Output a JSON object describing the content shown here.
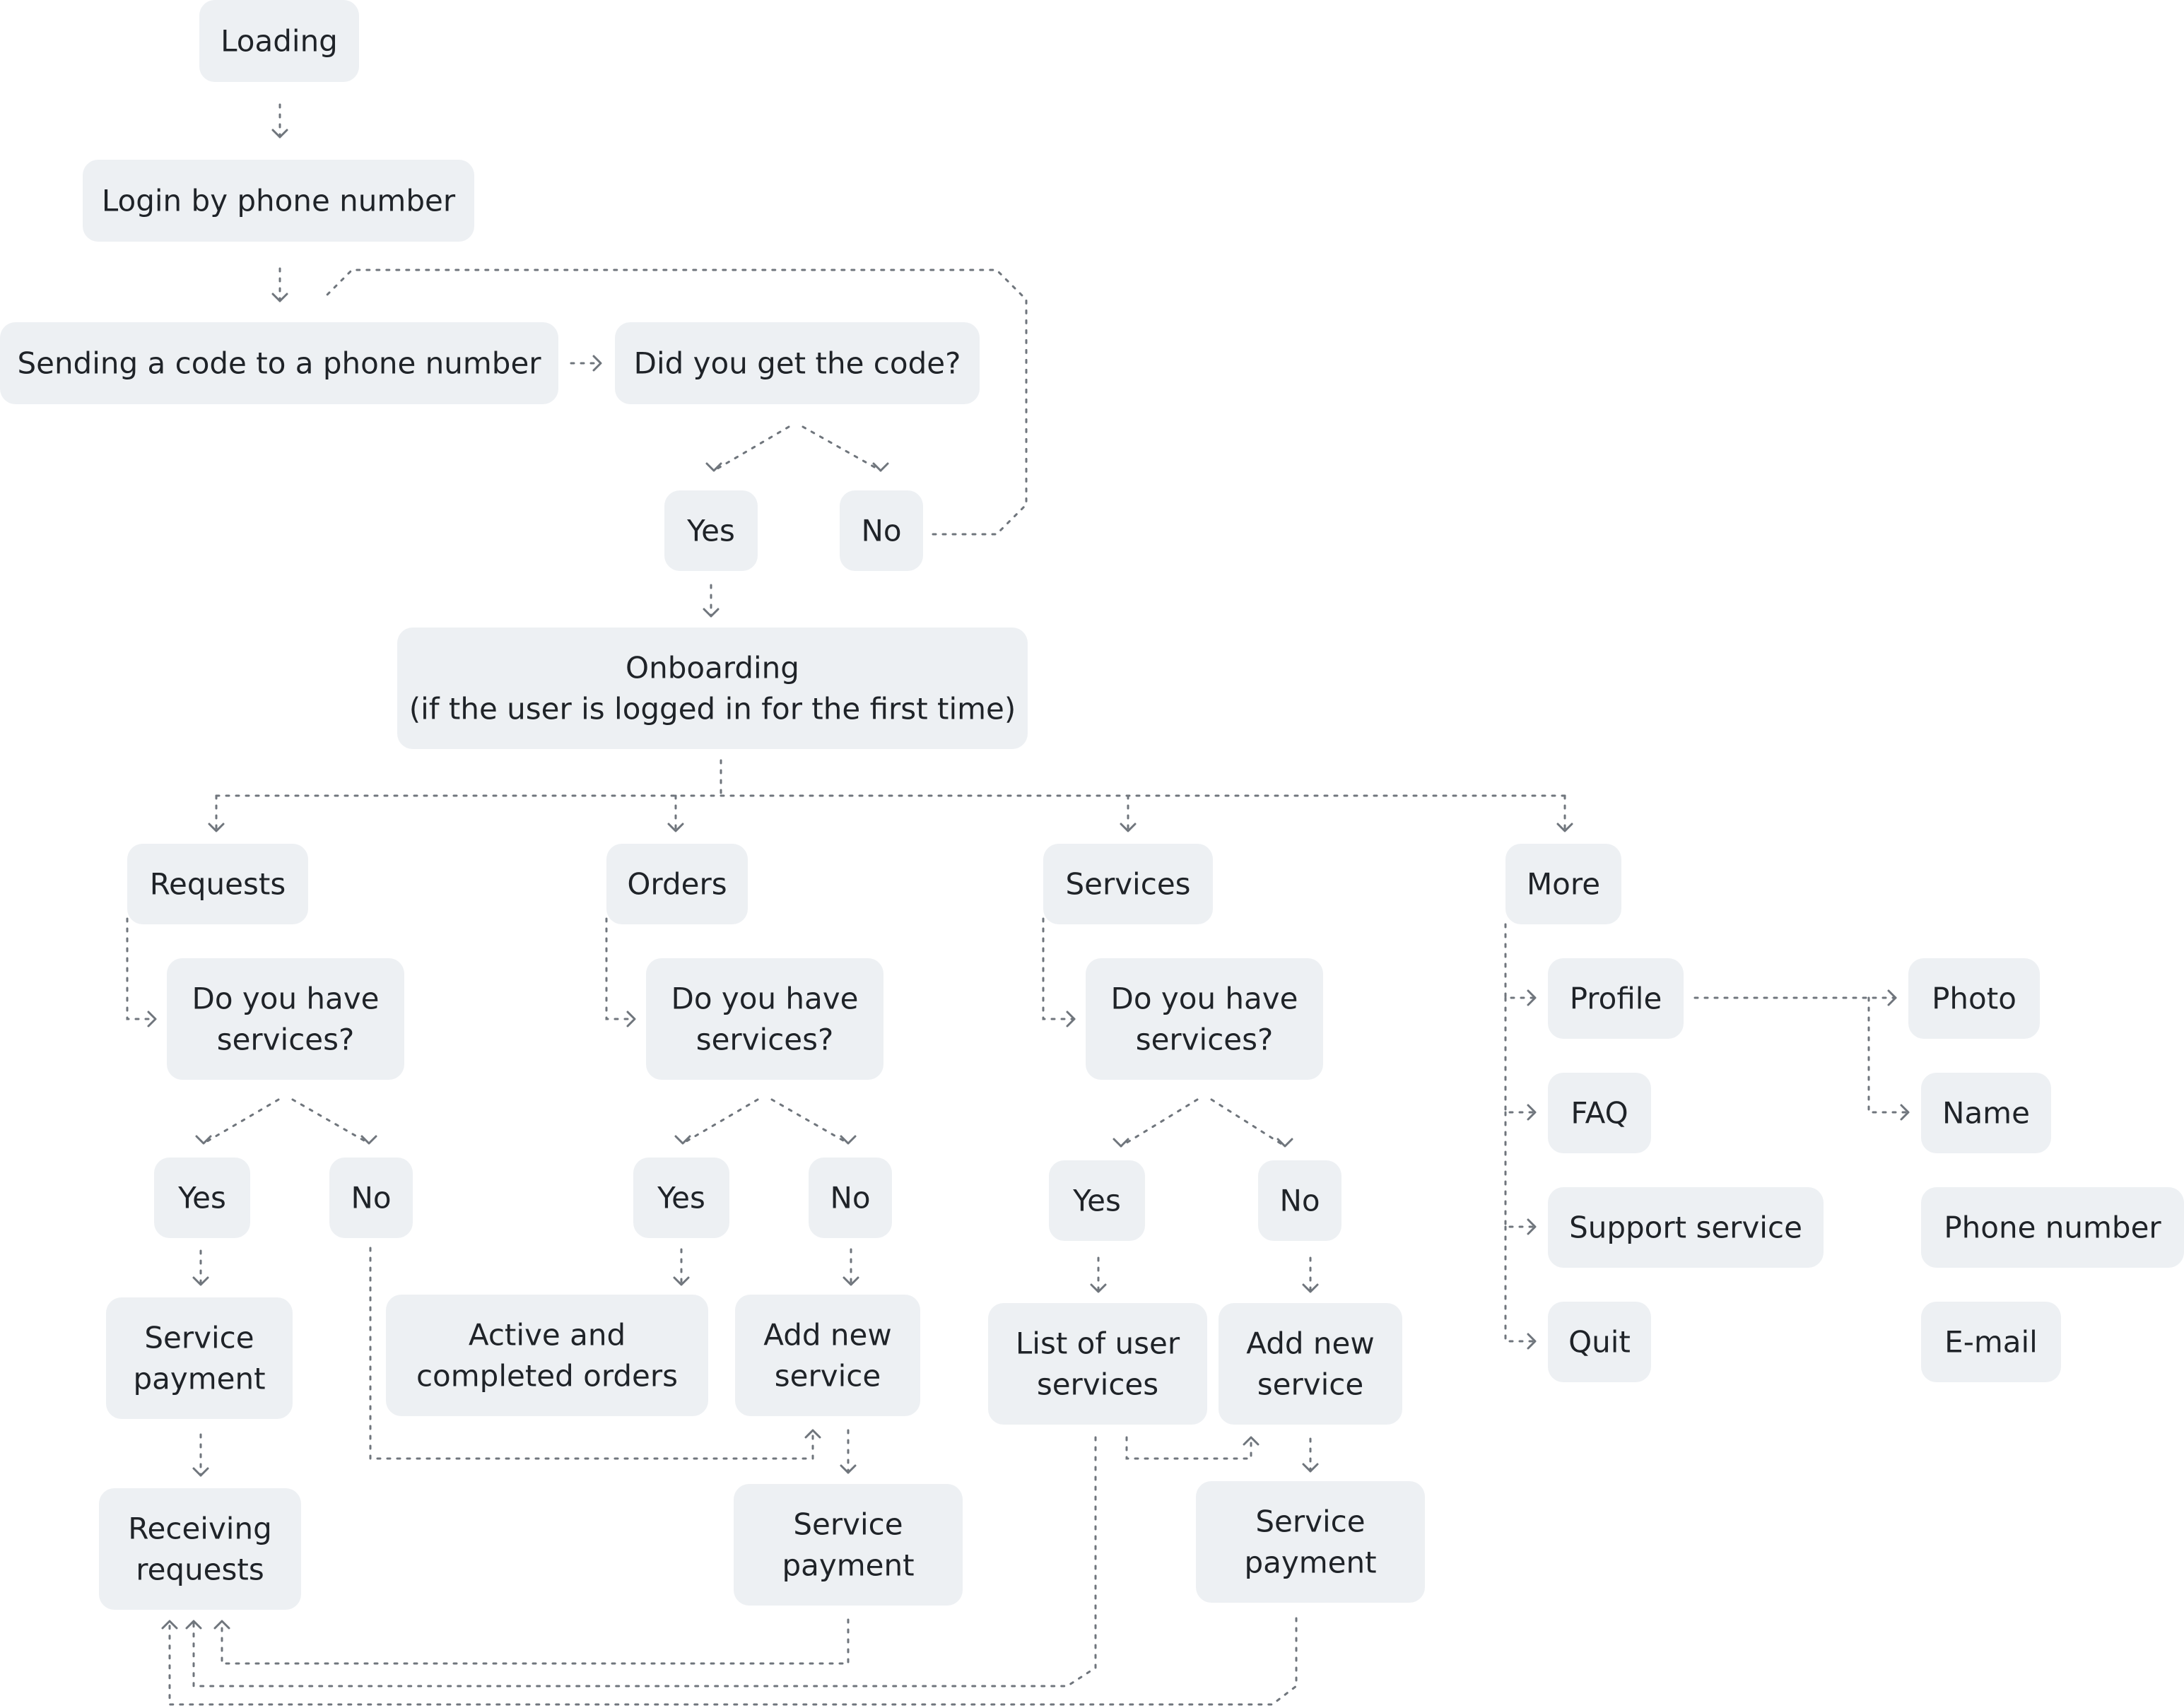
{
  "nodes": [
    {
      "id": "loading",
      "lines": [
        "Loading"
      ]
    },
    {
      "id": "login",
      "lines": [
        "Login by phone number"
      ]
    },
    {
      "id": "send-code",
      "lines": [
        "Sending a code to a phone number"
      ]
    },
    {
      "id": "got-code",
      "lines": [
        "Did you get the code?"
      ]
    },
    {
      "id": "code-yes",
      "lines": [
        "Yes"
      ]
    },
    {
      "id": "code-no",
      "lines": [
        "No"
      ]
    },
    {
      "id": "onboarding",
      "lines": [
        "Onboarding",
        "(if the user is logged in for the first time)"
      ]
    },
    {
      "id": "requests",
      "lines": [
        "Requests"
      ]
    },
    {
      "id": "orders",
      "lines": [
        "Orders"
      ]
    },
    {
      "id": "services",
      "lines": [
        "Services"
      ]
    },
    {
      "id": "more",
      "lines": [
        "More"
      ]
    },
    {
      "id": "req-have",
      "lines": [
        "Do you have",
        "services?"
      ]
    },
    {
      "id": "ord-have",
      "lines": [
        "Do you have",
        "services?"
      ]
    },
    {
      "id": "srv-have",
      "lines": [
        "Do you have",
        "services?"
      ]
    },
    {
      "id": "req-yes",
      "lines": [
        "Yes"
      ]
    },
    {
      "id": "req-no",
      "lines": [
        "No"
      ]
    },
    {
      "id": "ord-yes",
      "lines": [
        "Yes"
      ]
    },
    {
      "id": "ord-no",
      "lines": [
        "No"
      ]
    },
    {
      "id": "srv-yes",
      "lines": [
        "Yes"
      ]
    },
    {
      "id": "srv-no",
      "lines": [
        "No"
      ]
    },
    {
      "id": "req-payment",
      "lines": [
        "Service",
        "payment"
      ]
    },
    {
      "id": "receiving",
      "lines": [
        "Receiving",
        "requests"
      ]
    },
    {
      "id": "active-orders",
      "lines": [
        "Active and",
        "completed orders"
      ]
    },
    {
      "id": "ord-add",
      "lines": [
        "Add new",
        "service"
      ]
    },
    {
      "id": "ord-payment",
      "lines": [
        "Service",
        "payment"
      ]
    },
    {
      "id": "user-services",
      "lines": [
        "List of user",
        "services"
      ]
    },
    {
      "id": "srv-add",
      "lines": [
        "Add new",
        "service"
      ]
    },
    {
      "id": "srv-payment",
      "lines": [
        "Service",
        "payment"
      ]
    },
    {
      "id": "profile",
      "lines": [
        "Profile"
      ]
    },
    {
      "id": "faq",
      "lines": [
        "FAQ"
      ]
    },
    {
      "id": "support",
      "lines": [
        "Support service"
      ]
    },
    {
      "id": "quit",
      "lines": [
        "Quit"
      ]
    },
    {
      "id": "photo",
      "lines": [
        "Photo"
      ]
    },
    {
      "id": "name",
      "lines": [
        "Name"
      ]
    },
    {
      "id": "phone",
      "lines": [
        "Phone number"
      ]
    },
    {
      "id": "email",
      "lines": [
        "E-mail"
      ]
    }
  ],
  "edges": [
    {
      "from": "loading",
      "to": "login"
    },
    {
      "from": "login",
      "to": "send-code"
    },
    {
      "from": "send-code",
      "to": "got-code"
    },
    {
      "from": "got-code",
      "to": "code-yes"
    },
    {
      "from": "got-code",
      "to": "code-no"
    },
    {
      "from": "code-no",
      "to": "send-code"
    },
    {
      "from": "code-yes",
      "to": "onboarding"
    },
    {
      "from": "onboarding",
      "to": "requests"
    },
    {
      "from": "onboarding",
      "to": "orders"
    },
    {
      "from": "onboarding",
      "to": "services"
    },
    {
      "from": "onboarding",
      "to": "more"
    },
    {
      "from": "requests",
      "to": "req-have"
    },
    {
      "from": "orders",
      "to": "ord-have"
    },
    {
      "from": "services",
      "to": "srv-have"
    },
    {
      "from": "req-have",
      "to": "req-yes"
    },
    {
      "from": "req-have",
      "to": "req-no"
    },
    {
      "from": "ord-have",
      "to": "ord-yes"
    },
    {
      "from": "ord-have",
      "to": "ord-no"
    },
    {
      "from": "srv-have",
      "to": "srv-yes"
    },
    {
      "from": "srv-have",
      "to": "srv-no"
    },
    {
      "from": "req-yes",
      "to": "req-payment"
    },
    {
      "from": "req-payment",
      "to": "receiving"
    },
    {
      "from": "req-no",
      "to": "ord-add"
    },
    {
      "from": "ord-yes",
      "to": "active-orders"
    },
    {
      "from": "ord-no",
      "to": "ord-add"
    },
    {
      "from": "ord-add",
      "to": "ord-payment"
    },
    {
      "from": "srv-yes",
      "to": "user-services"
    },
    {
      "from": "srv-no",
      "to": "srv-add"
    },
    {
      "from": "user-services",
      "to": "srv-add"
    },
    {
      "from": "srv-add",
      "to": "srv-payment"
    },
    {
      "from": "ord-payment",
      "to": "receiving"
    },
    {
      "from": "user-services",
      "to": "receiving"
    },
    {
      "from": "srv-payment",
      "to": "receiving"
    },
    {
      "from": "more",
      "to": "profile"
    },
    {
      "from": "more",
      "to": "faq"
    },
    {
      "from": "more",
      "to": "support"
    },
    {
      "from": "more",
      "to": "quit"
    },
    {
      "from": "profile",
      "to": "photo"
    },
    {
      "from": "profile",
      "to": "name"
    },
    {
      "from": "profile",
      "to": "phone"
    },
    {
      "from": "profile",
      "to": "email"
    }
  ],
  "colors": {
    "node_fill": "#edf0f3",
    "text": "#1f2328",
    "connector": "#6f757c",
    "background": "#ffffff"
  }
}
